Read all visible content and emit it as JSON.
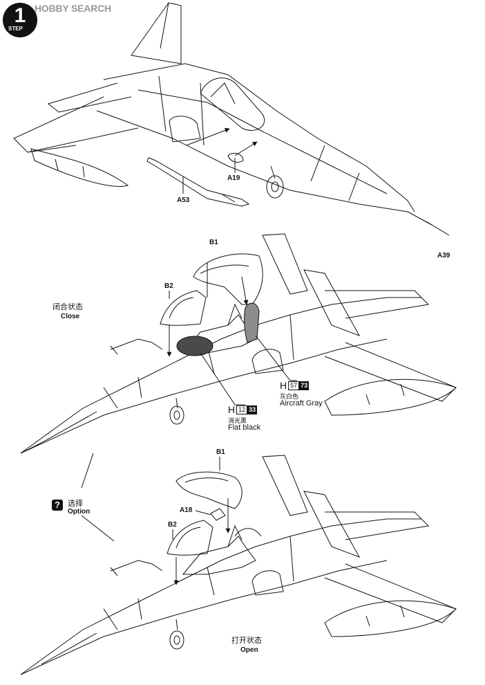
{
  "header": {
    "watermark": "HOBBY SEARCH",
    "step_word": "STEP",
    "step_number": "1"
  },
  "part_labels": {
    "a19": "A19",
    "a53": "A53",
    "a39": "A39",
    "b1_top": "B1",
    "b2_top": "B2",
    "b1_bottom": "B1",
    "a18": "A18",
    "b2_bottom": "B2"
  },
  "states": {
    "close_cn": "闭合状态",
    "close_en": "Close",
    "open_cn": "打开状态",
    "open_en": "Open",
    "option_cn": "选择",
    "option_en": "Option",
    "option_icon": "?"
  },
  "paints": {
    "gray": {
      "prefix": "H",
      "code1": "57",
      "code2": "73",
      "name_cn": "灰白色",
      "name_en": "Aircraft Gray",
      "color": "#8c8c8c"
    },
    "black": {
      "prefix": "H",
      "code1": "12",
      "code2": "33",
      "name_cn": "消光黑",
      "name_en": "Flat black",
      "color": "#4a4a4a"
    }
  }
}
